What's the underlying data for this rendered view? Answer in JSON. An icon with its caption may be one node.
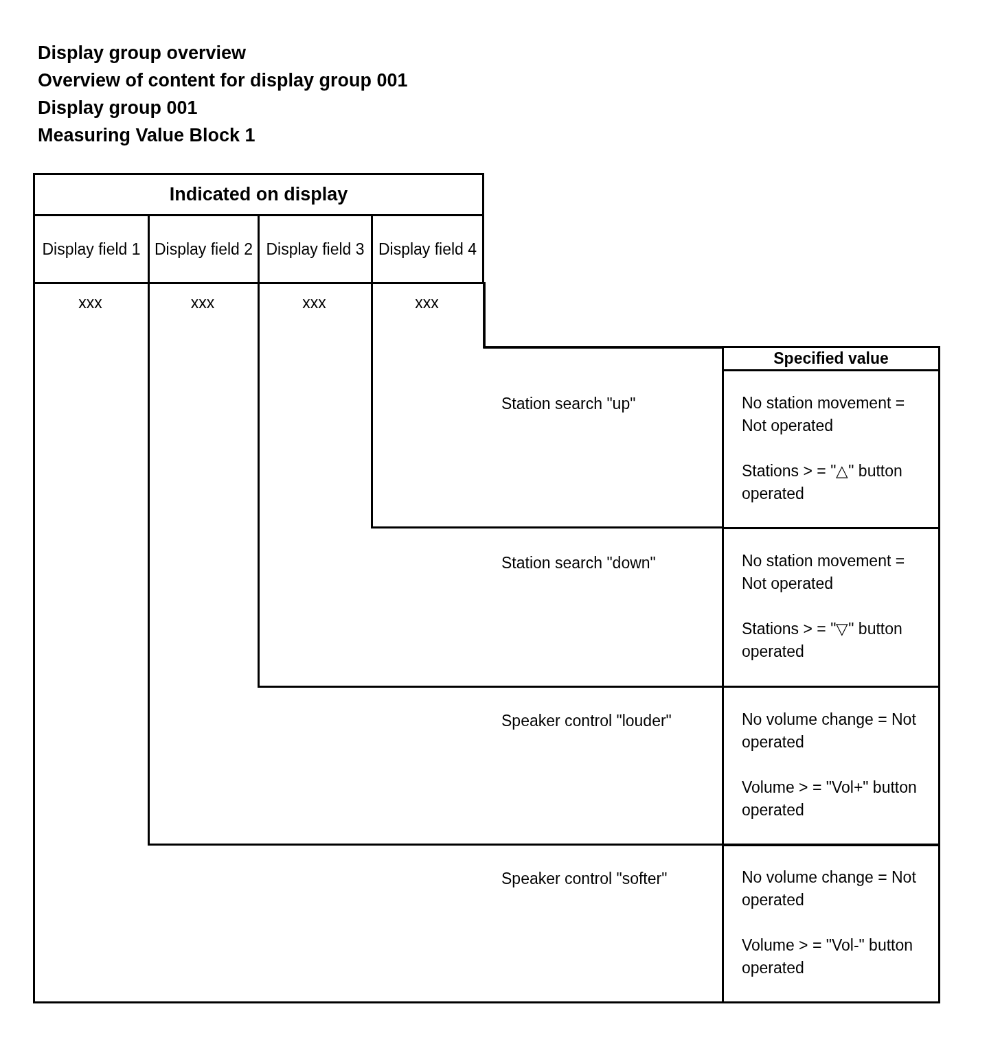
{
  "diagram": {
    "title": "Display group overview",
    "labels": [
      "Overview of content for display group 001",
      "Display group 001",
      "Measuring Value Block 1"
    ],
    "nodes": [
      {
        "text": [
          "Indicated on display"
        ]
      },
      {
        "text": [
          "Display field 1"
        ]
      },
      {
        "text": [
          "Display field 2"
        ]
      },
      {
        "text": [
          "Display field 3"
        ]
      },
      {
        "text": [
          "Display field 4"
        ]
      },
      {
        "text": [
          "xxx",
          "Speaker control \"softer\""
        ]
      },
      {
        "text": [
          "xxx",
          "Speaker control \"louder\""
        ],
        "in": 5
      },
      {
        "text": [
          "xxx",
          "Station search \"down\""
        ],
        "in": 6
      },
      {
        "text": [
          "xxx",
          "Station search \"up\""
        ],
        "in": 7
      },
      {
        "text": [
          "Specified value"
        ]
      },
      {
        "text": [
          "No station movement = Not operated",
          "Stations > = \"△\" button operated"
        ]
      },
      {
        "text": [
          "No station movement = Not operated",
          "Stations > = \"▽\" button operated"
        ]
      },
      {
        "text": [
          "No volume change = Not operated",
          "Volume > = \"Vol+\" button operated"
        ]
      },
      {
        "text": [
          "No volume change = Not operated",
          "Volume > = \"Vol-\" button operated"
        ]
      }
    ],
    "edges": []
  }
}
